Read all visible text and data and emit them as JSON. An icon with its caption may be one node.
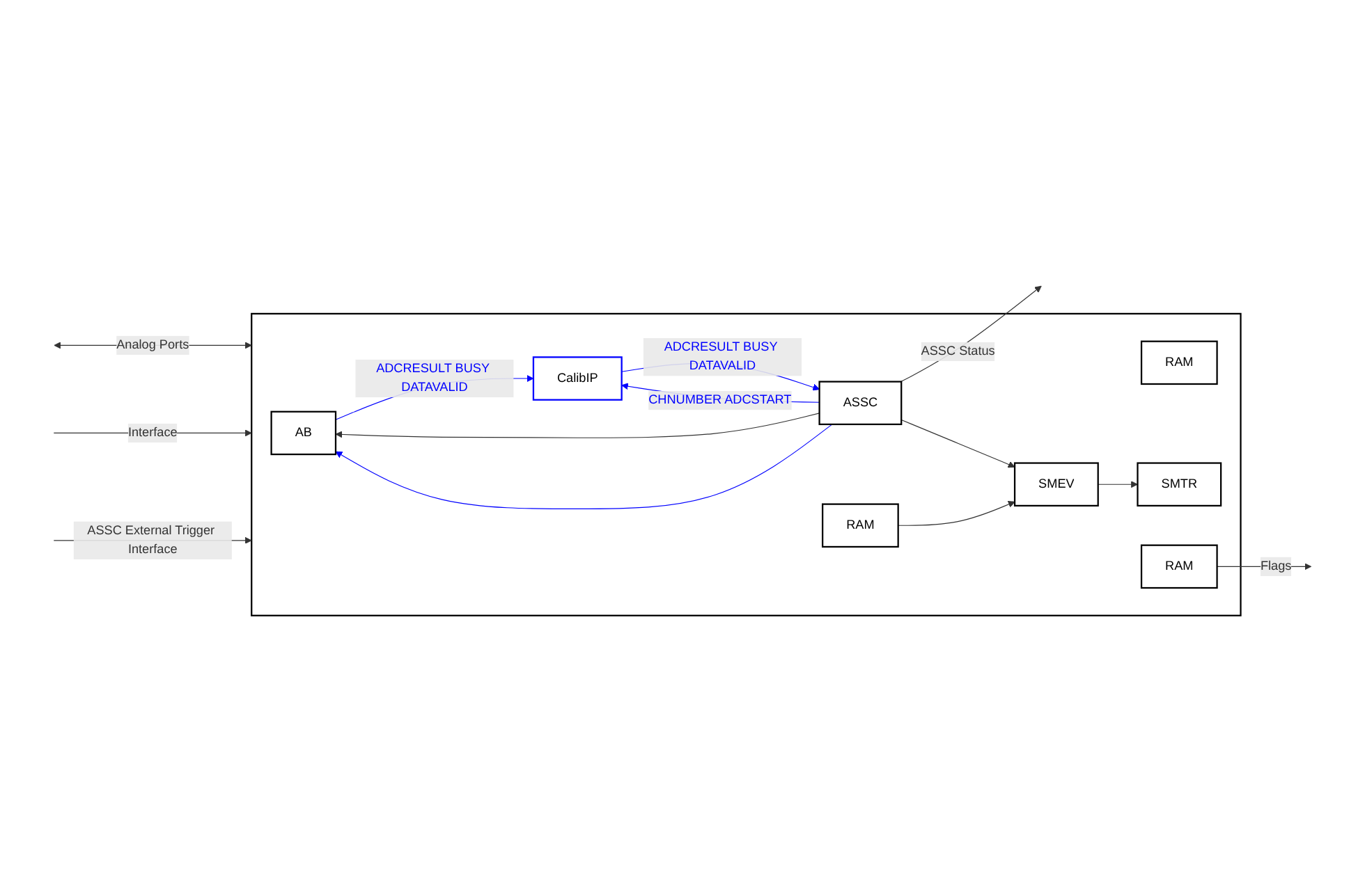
{
  "diagram": {
    "nodes": [
      {
        "text": [],
        "shape": "box"
      },
      {
        "text": [
          "AB"
        ],
        "in": 0
      },
      {
        "text": [
          "CalibIP"
        ],
        "in": 0
      },
      {
        "text": [
          "ASSC"
        ],
        "in": 0
      },
      {
        "text": [
          "RAM"
        ],
        "in": 0
      },
      {
        "text": [
          "SMEV"
        ],
        "in": 0
      },
      {
        "text": [
          "RAM"
        ],
        "in": 0
      },
      {
        "text": [
          "SMTR"
        ],
        "in": 0
      },
      {
        "text": [
          "RAM"
        ],
        "in": 0
      }
    ],
    "edges": [
      {
        "from": null,
        "to": 0,
        "arrow": "both",
        "label": "Analog Ports"
      },
      {
        "from": null,
        "to": 0,
        "arrow": "to",
        "label": "Interface"
      },
      {
        "from": null,
        "to": 0,
        "arrow": "to",
        "label": "ASSC External Trigger Interface"
      },
      {
        "from": 3,
        "to": null,
        "arrow": "to",
        "label": "ASSC Status"
      },
      {
        "from": 8,
        "to": null,
        "arrow": "to",
        "label": "Flags"
      },
      {
        "from": 3,
        "to": 1,
        "arrow": "to"
      },
      {
        "from": 3,
        "to": 1,
        "arrow": "to",
        "color": "#0000ff"
      },
      {
        "from": 3,
        "to": 2,
        "arrow": "to",
        "label": "CHNUMBER ADCSTART",
        "color": "#0000ff"
      },
      {
        "from": 1,
        "to": 2,
        "arrow": "to",
        "label": "ADCRESULT BUSY DATAVALID",
        "color": "#0000ff"
      },
      {
        "from": 2,
        "to": 3,
        "arrow": "to",
        "label": "ADCRESULT BUSY DATAVALID",
        "color": "#0000ff"
      },
      {
        "from": 3,
        "to": 5,
        "arrow": "to"
      },
      {
        "from": 4,
        "to": 5,
        "arrow": "to"
      },
      {
        "from": 5,
        "to": 7,
        "arrow": "to"
      }
    ]
  }
}
